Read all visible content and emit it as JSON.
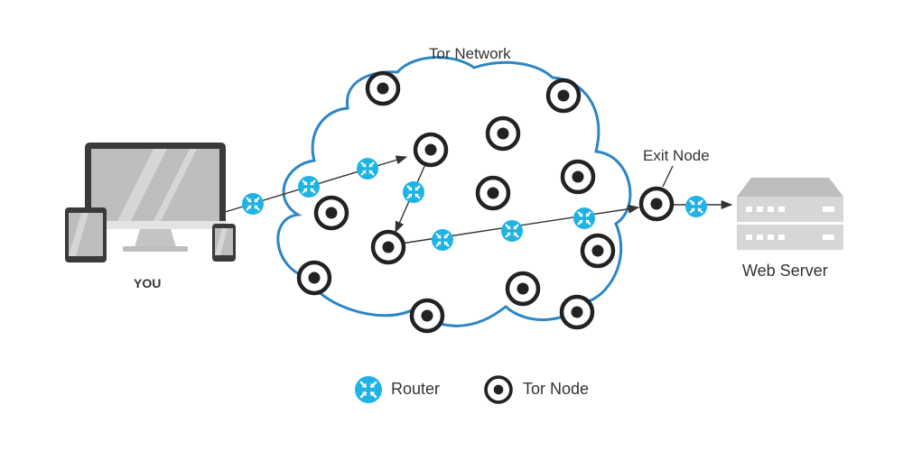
{
  "labels": {
    "network": "Tor Network",
    "exit_node": "Exit Node",
    "you": "YOU",
    "web_server": "Web Server"
  },
  "legend": {
    "router": "Router",
    "tor_node": "Tor Node"
  },
  "colors": {
    "cloud_stroke": "#2c86c4",
    "router_fill": "#1fb3e5",
    "node_stroke": "#222222",
    "arrow": "#333333",
    "device_body": "#3a3a3a",
    "device_screen": "#bdbdbd",
    "server": "#d6d6d6"
  },
  "icons": {
    "router": "router-icon",
    "tor_node": "tor-node-icon",
    "devices": "devices-icon",
    "server": "server-icon"
  }
}
